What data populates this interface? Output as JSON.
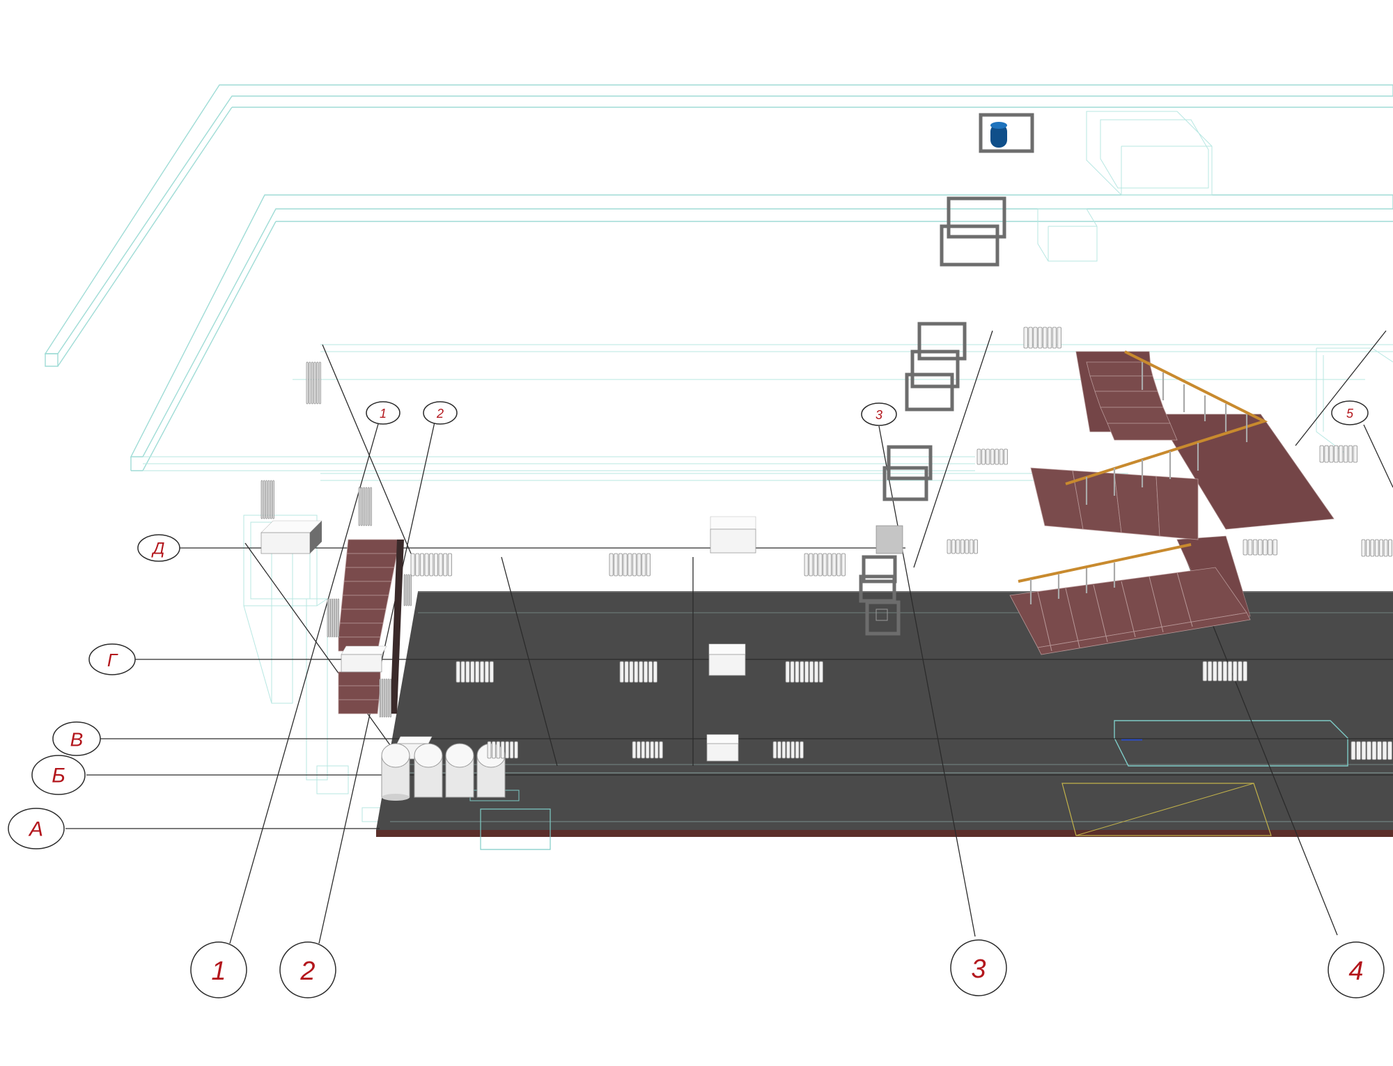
{
  "grid": {
    "axes_letters": [
      {
        "id": "d",
        "label": "Д"
      },
      {
        "id": "g",
        "label": "Г"
      },
      {
        "id": "v",
        "label": "В"
      },
      {
        "id": "b",
        "label": "Б"
      },
      {
        "id": "a",
        "label": "А"
      }
    ],
    "axes_numbers_upper": [
      {
        "id": "1",
        "label": "1"
      },
      {
        "id": "2",
        "label": "2"
      },
      {
        "id": "3",
        "label": "3"
      },
      {
        "id": "5",
        "label": "5"
      }
    ],
    "axes_numbers_lower": [
      {
        "id": "1",
        "label": "1"
      },
      {
        "id": "2",
        "label": "2"
      },
      {
        "id": "3",
        "label": "3"
      },
      {
        "id": "4",
        "label": "4"
      }
    ]
  },
  "colors": {
    "label_red": "#b3161c",
    "floor_slab": "#4a4a4a",
    "wireframe": "#9fdcd6",
    "handrail": "#c88a2e",
    "stair_stone": "#7a4b4c",
    "tank_blue": "#0f4f8a"
  }
}
